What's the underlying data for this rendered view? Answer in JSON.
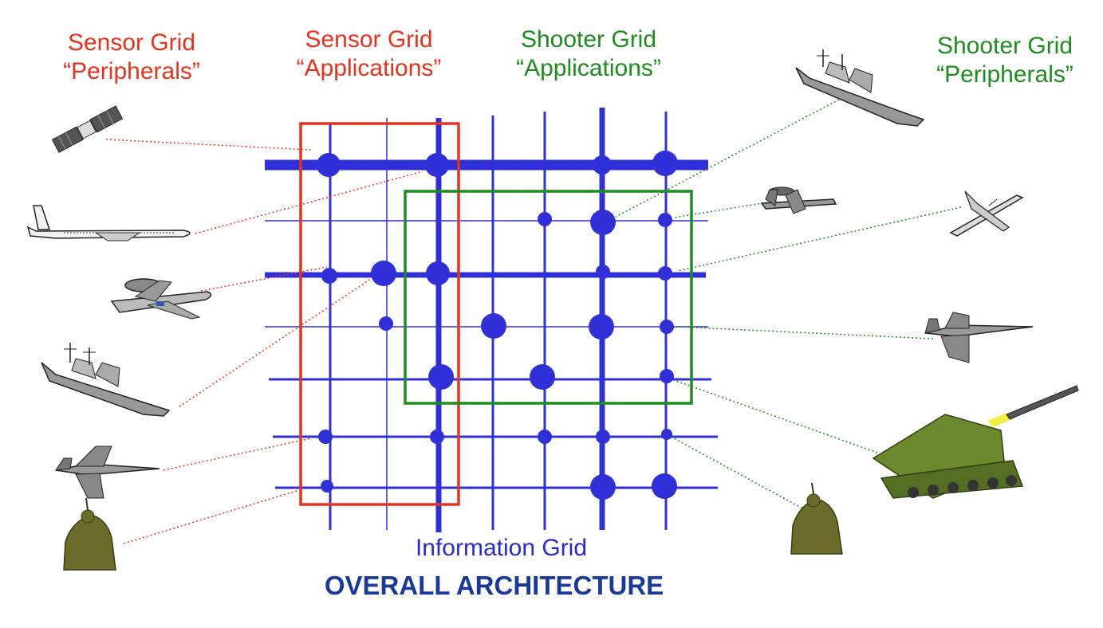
{
  "labels": {
    "sensor_peripherals": {
      "line1": "Sensor Grid",
      "line2": "“Peripherals”"
    },
    "sensor_applications": {
      "line1": "Sensor Grid",
      "line2": "“Applications”"
    },
    "shooter_applications": {
      "line1": "Shooter Grid",
      "line2": "“Applications”"
    },
    "shooter_peripherals": {
      "line1": "Shooter Grid",
      "line2": "“Peripherals”"
    }
  },
  "footer": {
    "grid_label": "Information Grid",
    "title": "OVERALL ARCHITECTURE"
  },
  "colors": {
    "sensor": "#e8321e",
    "shooter": "#1e8c1e",
    "grid": "#3030d8",
    "title": "#1a3a9a"
  },
  "sensor_peripherals": [
    "satellite",
    "tanker-aircraft",
    "awacs-aircraft",
    "warship",
    "fighter-jet",
    "soldier"
  ],
  "shooter_peripherals": [
    "warship",
    "hawkeye-aircraft",
    "attack-aircraft",
    "fighter-jet",
    "rocket-launcher",
    "soldier"
  ]
}
